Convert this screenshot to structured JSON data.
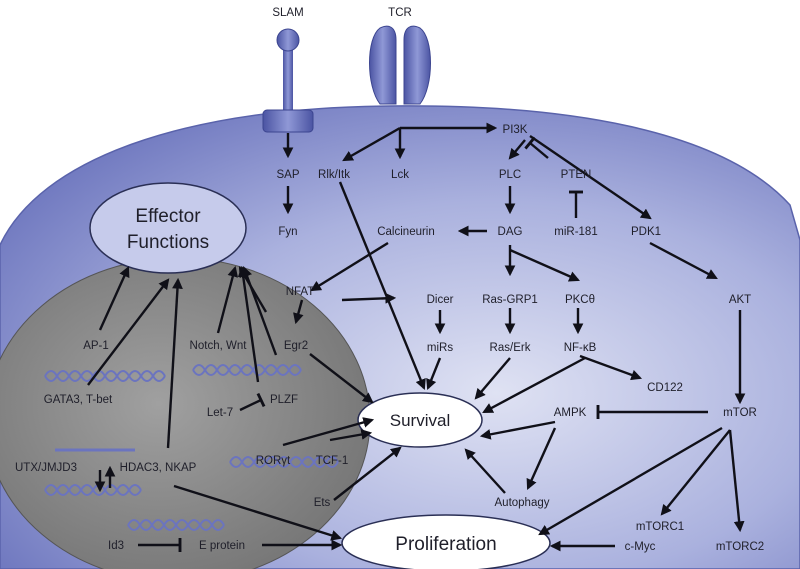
{
  "colors": {
    "cell_light": "#d6daf0",
    "cell_mid": "#9aa2d8",
    "cell_dark": "#6f78c0",
    "nucleus": "#8a8a8a",
    "receptor": "#5a63b0",
    "dna": "#6b74bf",
    "arrow": "#101018"
  },
  "receptors": {
    "slam": "SLAM",
    "tcr": "TCR"
  },
  "hubs": {
    "effector_line1": "Effector",
    "effector_line2": "Functions",
    "survival": "Survival",
    "proliferation": "Proliferation"
  },
  "nodes": {
    "sap": "SAP",
    "fyn": "Fyn",
    "rlk_itk": "Rlk/Itk",
    "lck": "Lck",
    "pi3k": "PI3K",
    "plc": "PLC",
    "pten": "PTEN",
    "dag": "DAG",
    "calcineurin": "Calcineurin",
    "mir181": "miR-181",
    "pdk1": "PDK1",
    "nfat": "NFAT",
    "dicer": "Dicer",
    "ras_grp1": "Ras-GRP1",
    "pkc": "PKCθ",
    "akt": "AKT",
    "mirs": "miRs",
    "ras_erk": "Ras/Erk",
    "nfkb": "NF-κB",
    "ap1": "AP-1",
    "notch_wnt": "Notch, Wnt",
    "egr2": "Egr2",
    "cd122": "CD122",
    "gata3_tbet": "GATA3, T-bet",
    "let7": "Let-7",
    "plzf": "PLZF",
    "ampk": "AMPK",
    "mtor": "mTOR",
    "utx": "UTX/JMJD3",
    "hdac3": "HDAC3, NKAP",
    "roryt": "RORγt",
    "tcf1": "TCF-1",
    "ets": "Ets",
    "autophagy": "Autophagy",
    "mtorc1": "mTORC1",
    "mtorc2": "mTORC2",
    "id3": "Id3",
    "eprotein": "E protein",
    "cmyc": "c-Myc"
  }
}
